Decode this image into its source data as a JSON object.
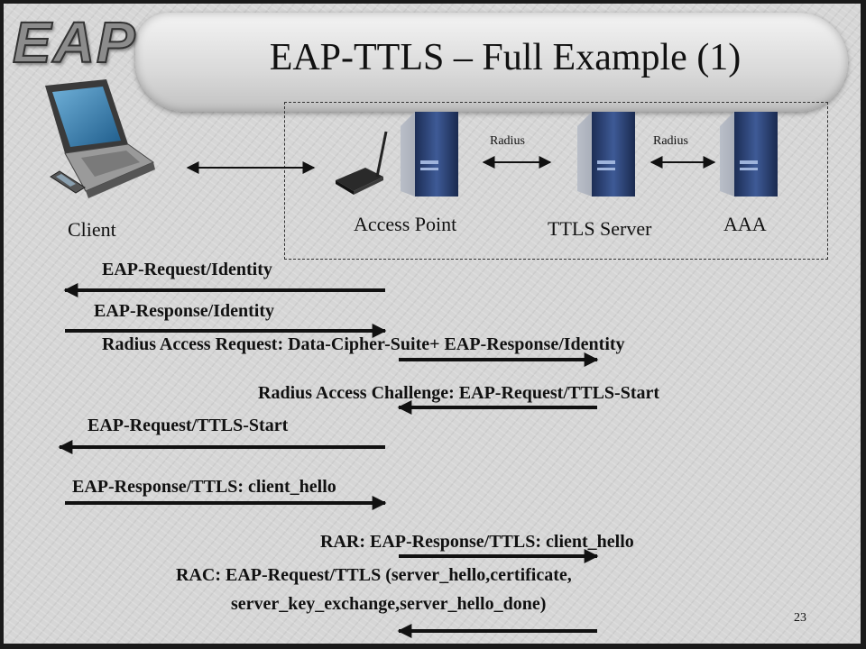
{
  "logo": "EAP",
  "title": "EAP-TTLS – Full Example (1)",
  "nodes": {
    "client": "Client",
    "access_point": "Access Point",
    "ttls_server": "TTLS Server",
    "aaa": "AAA"
  },
  "links": {
    "radius_1": "Radius",
    "radius_2": "Radius"
  },
  "messages": [
    {
      "text": "EAP-Request/Identity",
      "direction": "to-client"
    },
    {
      "text": "EAP-Response/Identity",
      "direction": "to-access-point"
    },
    {
      "text": "Radius Access Request: Data-Cipher-Suite+ EAP-Response/Identity",
      "direction": "to-ttls-server"
    },
    {
      "text": "Radius Access Challenge: EAP-Request/TTLS-Start",
      "direction": "to-access-point"
    },
    {
      "text": "EAP-Request/TTLS-Start",
      "direction": "to-client"
    },
    {
      "text": "EAP-Response/TTLS: client_hello",
      "direction": "to-access-point"
    },
    {
      "text": "RAR: EAP-Response/TTLS: client_hello",
      "direction": "to-ttls-server"
    },
    {
      "text_line1": "RAC: EAP-Request/TTLS (server_hello,certificate,",
      "text_line2": "server_key_exchange,server_hello_done)",
      "direction": "to-access-point"
    }
  ],
  "page_number": "23"
}
